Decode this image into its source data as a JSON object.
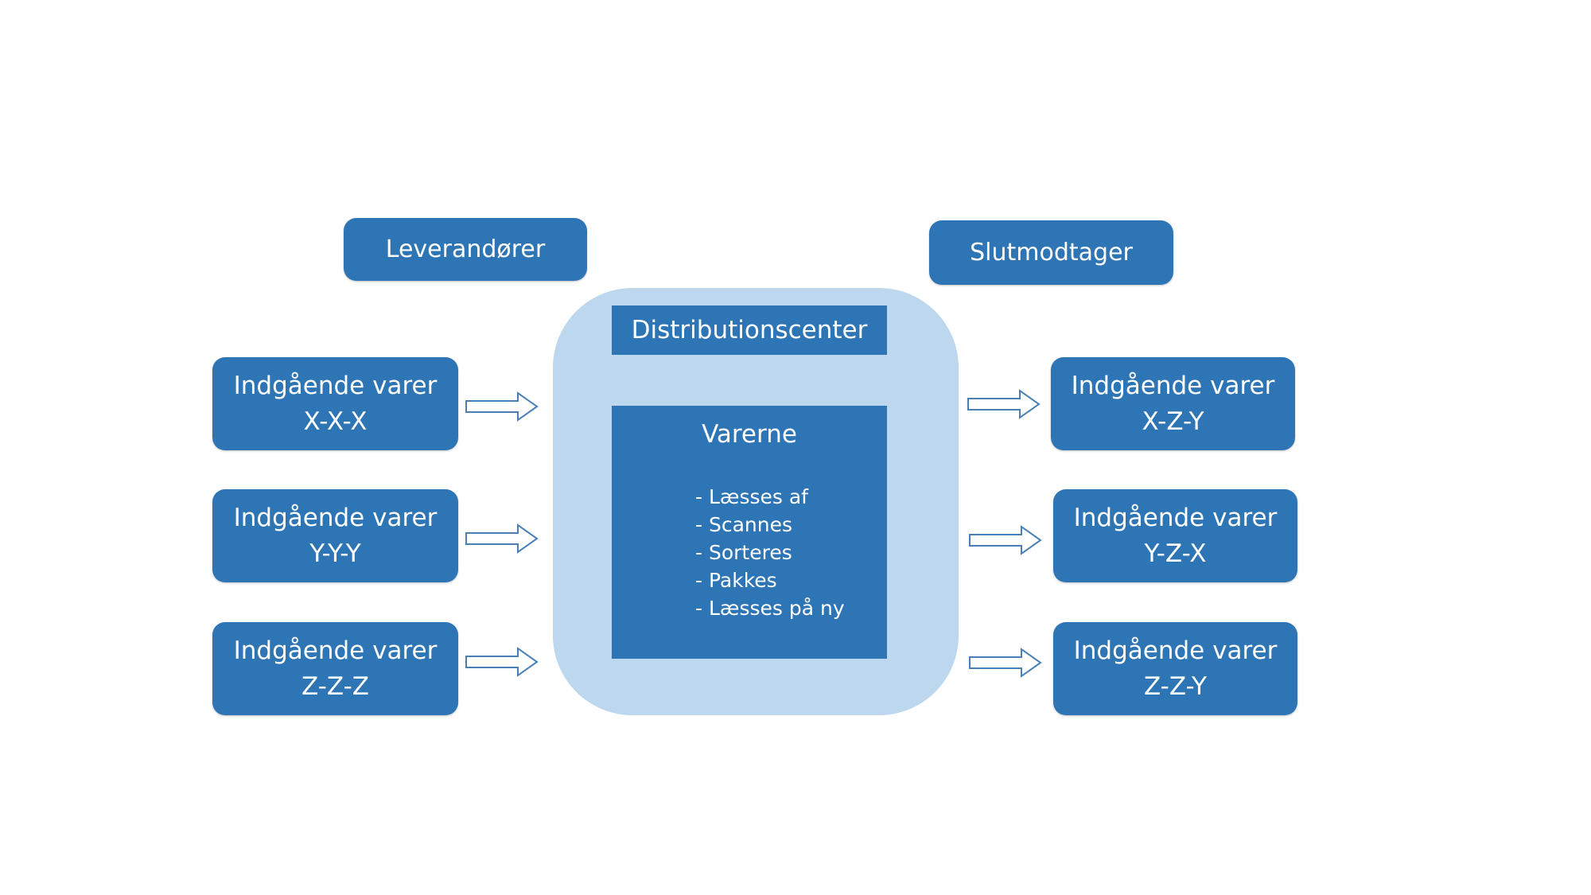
{
  "headers": {
    "suppliers": "Leverandører",
    "recipient": "Slutmodtager"
  },
  "distribution_center": {
    "title": "Distributionscenter",
    "goods_title": "Varerne",
    "steps": [
      "Læsses af",
      "Scannes",
      "Sorteres",
      "Pakkes",
      "Læsses på ny"
    ]
  },
  "inbound": [
    {
      "label": "Indgående varer",
      "code": "X-X-X"
    },
    {
      "label": "Indgående varer",
      "code": "Y-Y-Y"
    },
    {
      "label": "Indgående varer",
      "code": "Z-Z-Z"
    }
  ],
  "outbound": [
    {
      "label": "Indgående varer",
      "code": "X-Z-Y"
    },
    {
      "label": "Indgående varer",
      "code": "Y-Z-X"
    },
    {
      "label": "Indgående varer",
      "code": "Z-Z-Y"
    }
  ],
  "colors": {
    "box": "#2e75b6",
    "center_background": "#bdd7ee",
    "arrow_outline": "#4a7fb5"
  }
}
